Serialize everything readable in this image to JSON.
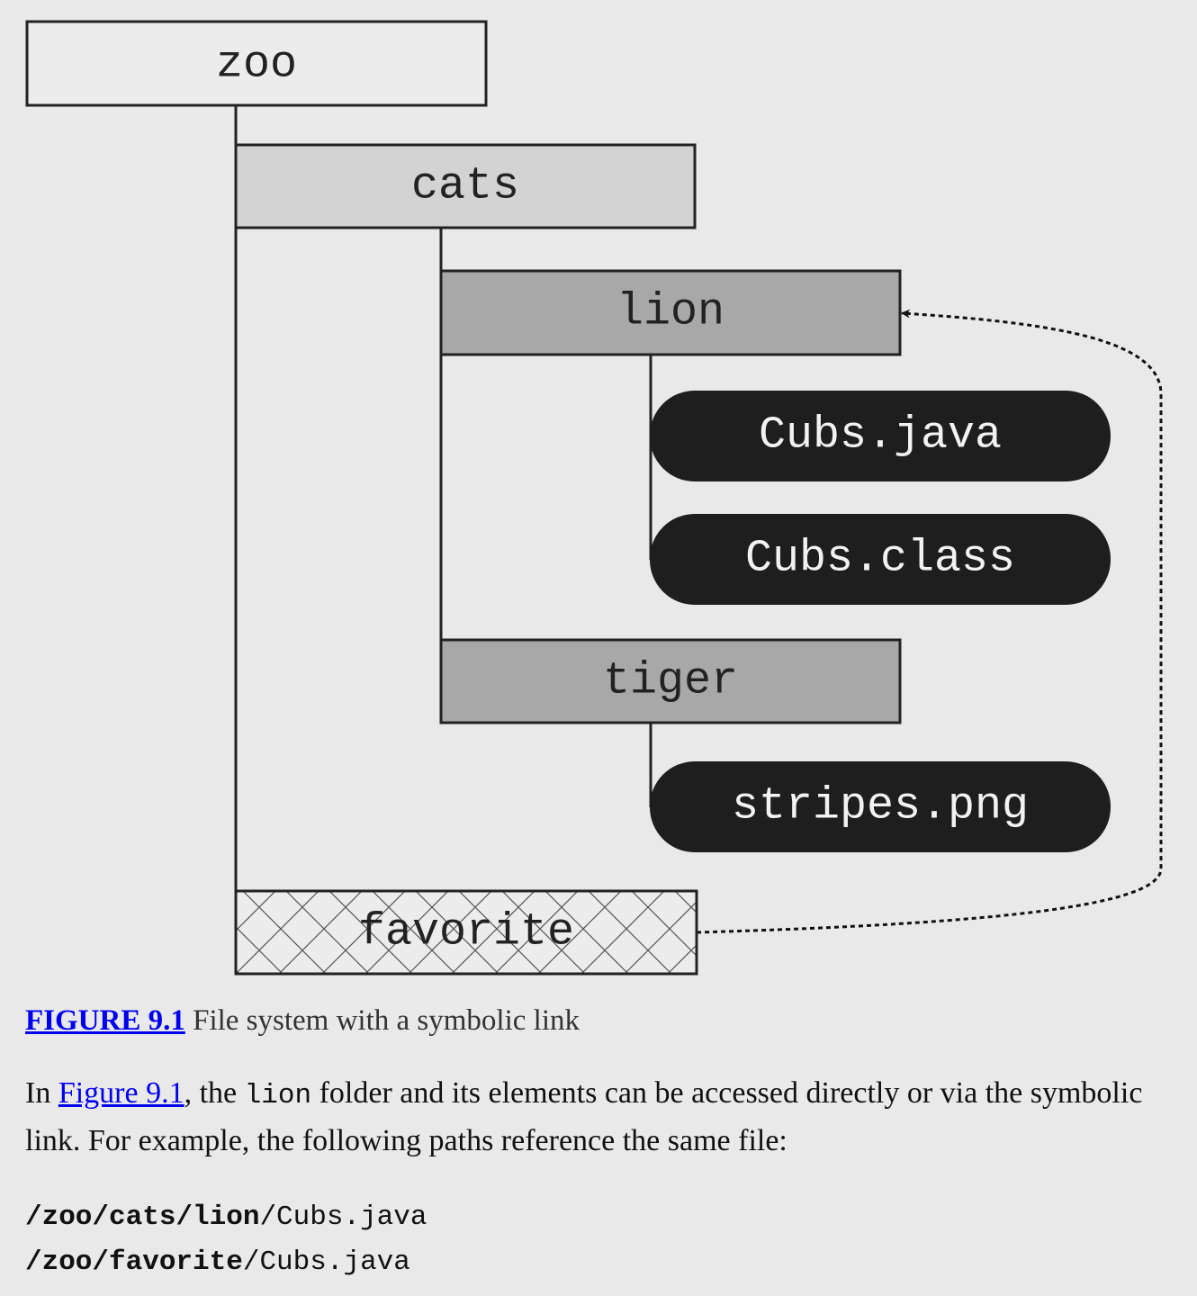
{
  "diagram": {
    "nodes": {
      "zoo": "zoo",
      "cats": "cats",
      "lion": "lion",
      "cubs_java": "Cubs.java",
      "cubs_class": "Cubs.class",
      "tiger": "tiger",
      "stripes": "stripes.png",
      "favorite": "favorite"
    },
    "colors": {
      "background": "#e9e9e9",
      "root_fill": "#ececec",
      "level1_fill": "#d3d3d3",
      "level2_fill": "#a8a8a8",
      "file_fill": "#1e1e1e",
      "file_text": "#f2f2f2",
      "line": "#222222"
    }
  },
  "caption": {
    "label": "FIGURE 9.1",
    "text": " File system with a symbolic link"
  },
  "paragraph": {
    "lead": "In ",
    "link": "Figure 9.1",
    "after_link": ", the ",
    "code": "lion",
    "rest": " folder and its elements can be accessed directly or via the symbolic link. For example, the following paths reference the same file:"
  },
  "paths": [
    {
      "bold": "/zoo/cats/lion",
      "rest": "/Cubs.java"
    },
    {
      "bold": "/zoo/favorite",
      "rest": "/Cubs.java"
    }
  ]
}
